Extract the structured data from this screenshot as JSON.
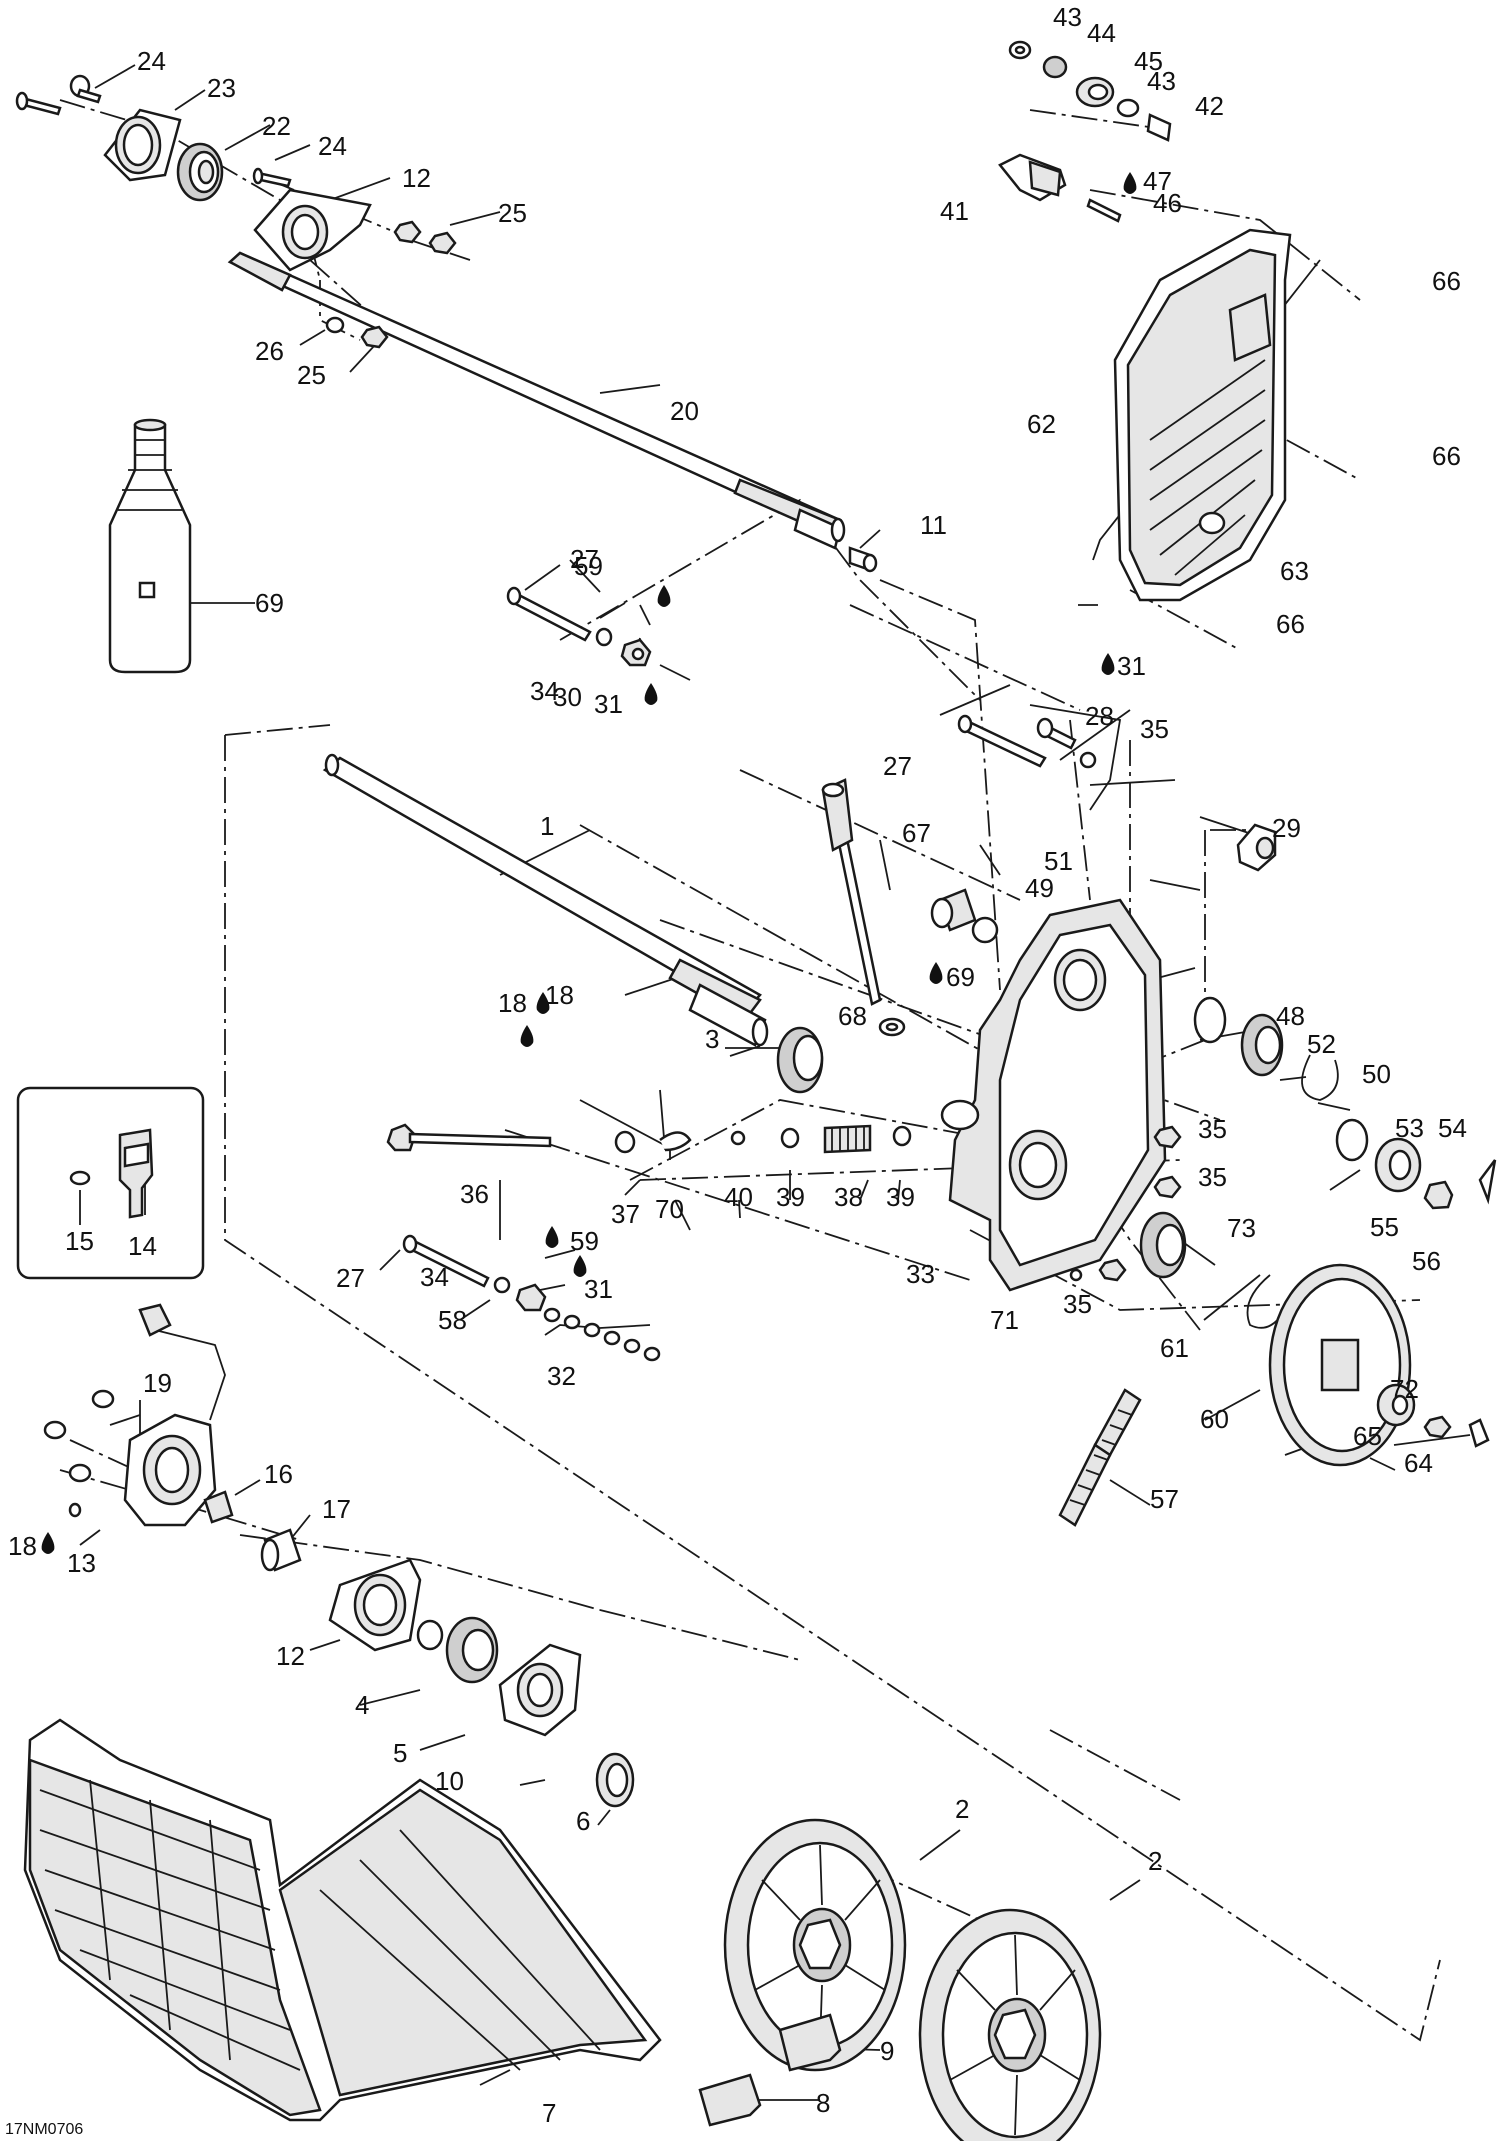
{
  "diagram": {
    "drawing_code": "17NM0706",
    "callouts": [
      "1",
      "2",
      "2",
      "3",
      "4",
      "5",
      "6",
      "7",
      "8",
      "9",
      "10",
      "11",
      "12",
      "12",
      "13",
      "14",
      "15",
      "16",
      "17",
      "18",
      "18",
      "18",
      "19",
      "20",
      "22",
      "23",
      "24",
      "24",
      "25",
      "25",
      "26",
      "27",
      "27",
      "27",
      "28",
      "29",
      "30",
      "31",
      "31",
      "31",
      "32",
      "33",
      "34",
      "34",
      "35",
      "35",
      "35",
      "35",
      "36",
      "37",
      "38",
      "39",
      "39",
      "40",
      "41",
      "42",
      "43",
      "43",
      "44",
      "45",
      "46",
      "47",
      "48",
      "49",
      "50",
      "51",
      "52",
      "53",
      "54",
      "55",
      "56",
      "57",
      "58",
      "59",
      "59",
      "60",
      "61",
      "62",
      "63",
      "64",
      "65",
      "66",
      "66",
      "66",
      "67",
      "68",
      "69",
      "69",
      "70",
      "71",
      "72",
      "73"
    ],
    "drop_icon": "oil-drop-icon"
  }
}
